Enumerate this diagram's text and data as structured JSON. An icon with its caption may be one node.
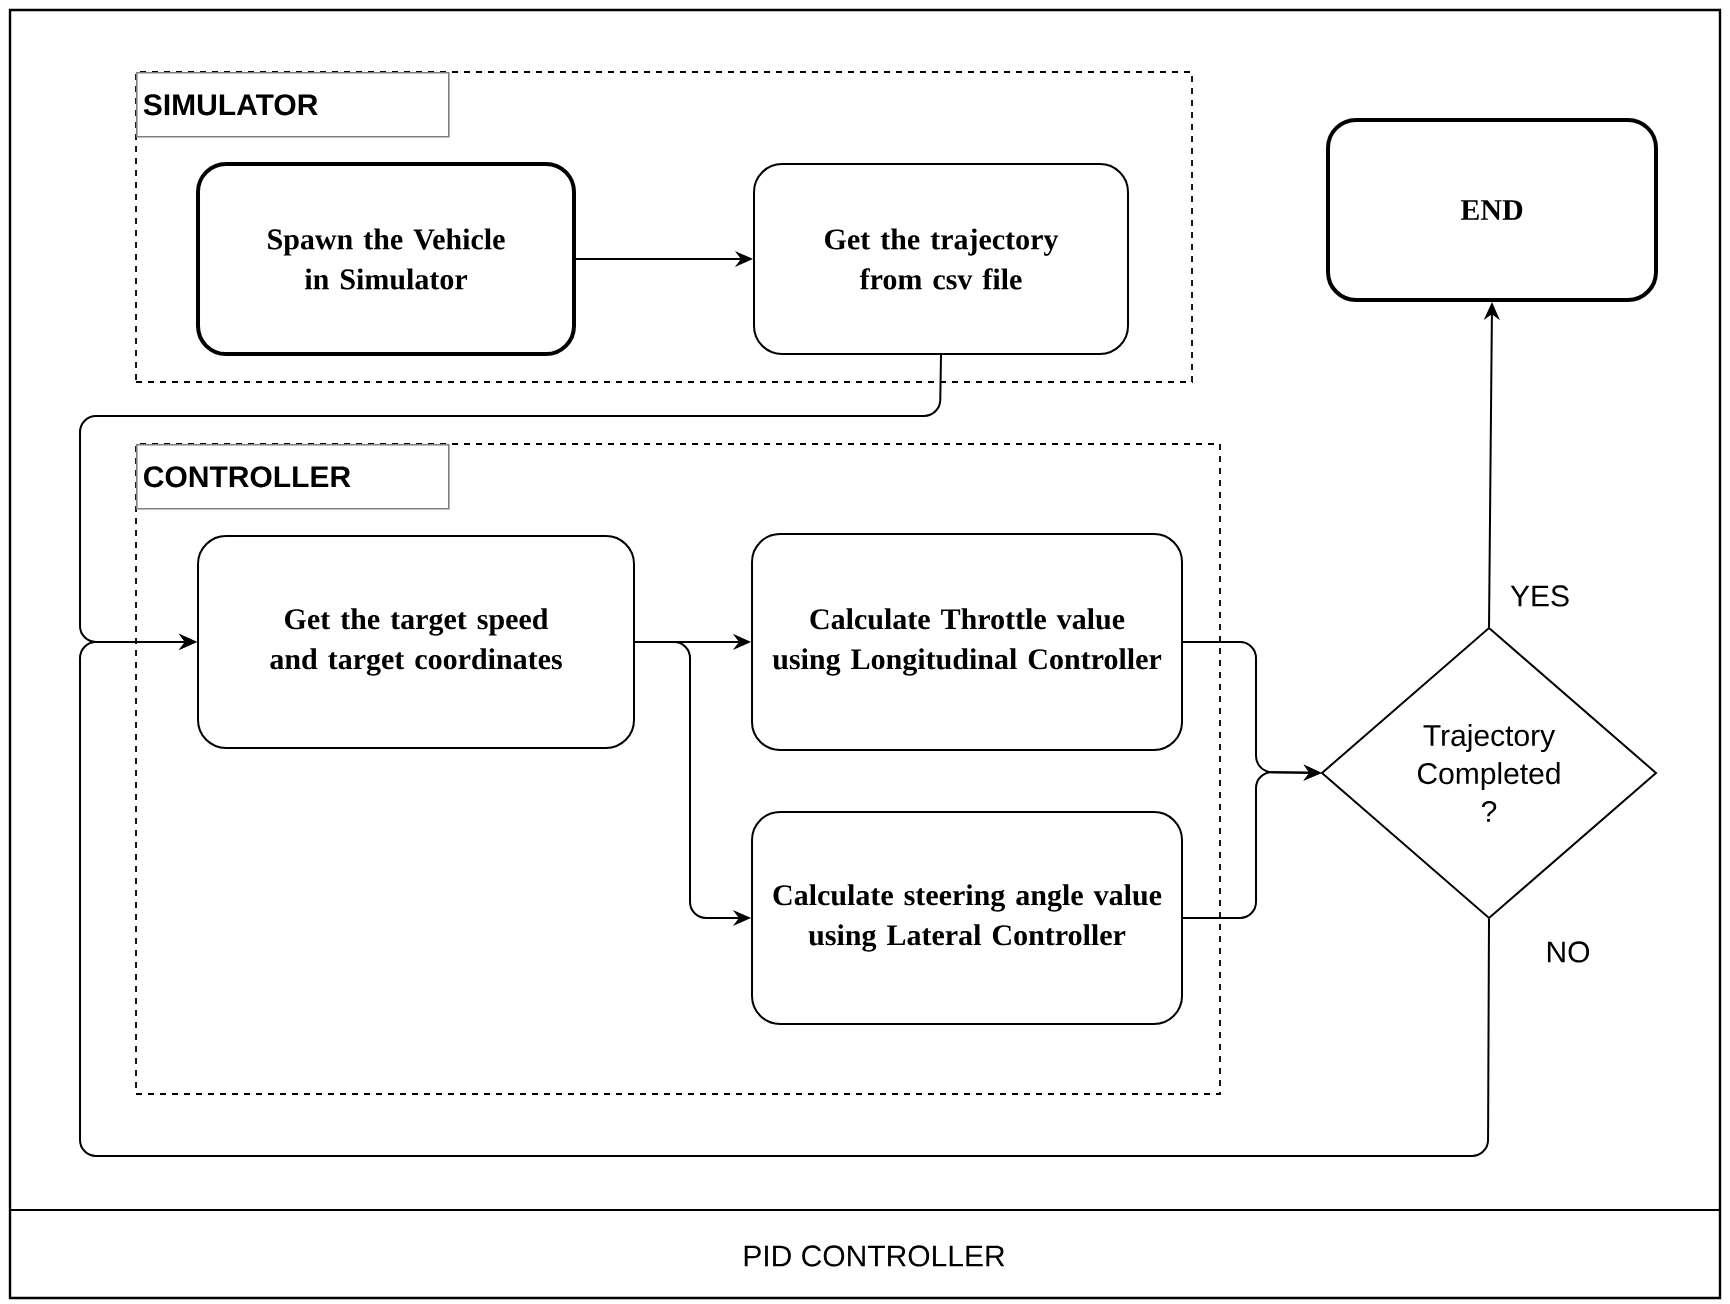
{
  "diagram": {
    "nodes": [
      {
        "text": [
          "PID CONTROLLER"
        ]
      },
      {
        "text": [
          "SIMULATOR"
        ],
        "in": 0
      },
      {
        "text": [
          "Spawn the Vehicle in Simulator"
        ],
        "in": 1
      },
      {
        "text": [
          "Get the trajectory from csv file"
        ],
        "in": 1
      },
      {
        "text": [
          "CONTROLLER"
        ],
        "in": 0
      },
      {
        "text": [
          "Get the target speed and target coordinates"
        ],
        "in": 4
      },
      {
        "text": [
          "Calculate Throttle value using Longitudinal Controller"
        ],
        "in": 4
      },
      {
        "text": [
          "Calculate steering angle value using Lateral Controller"
        ],
        "in": 4
      },
      {
        "text": [
          "END"
        ],
        "in": 0
      },
      {
        "text": [
          "Trajectory Completed ?"
        ],
        "in": 0
      }
    ],
    "edges": [
      {
        "from": 2,
        "to": 3,
        "arrow": "to"
      },
      {
        "from": 3,
        "to": 5,
        "arrow": "to"
      },
      {
        "from": 5,
        "to": 6,
        "arrow": "to"
      },
      {
        "from": 5,
        "to": 7,
        "arrow": "to"
      },
      {
        "from": 6,
        "to": 9,
        "arrow": "to"
      },
      {
        "from": 7,
        "to": 9,
        "arrow": "to"
      },
      {
        "from": 9,
        "to": 8,
        "arrow": "to",
        "label": "YES"
      },
      {
        "from": 9,
        "to": 5,
        "arrow": "to",
        "label": "NO"
      }
    ]
  }
}
